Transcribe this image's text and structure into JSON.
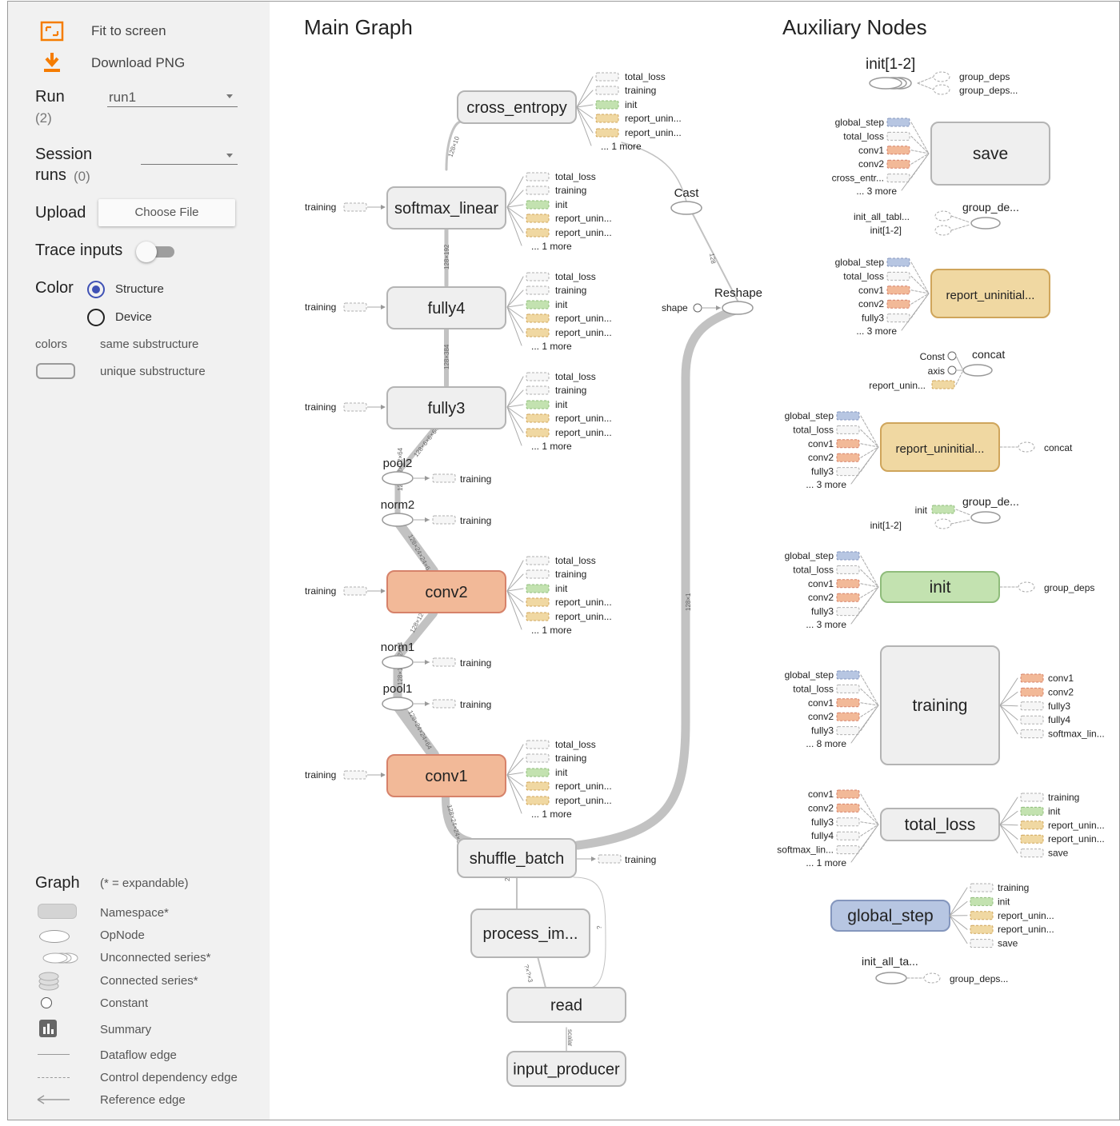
{
  "sidebar": {
    "fit_label": "Fit to screen",
    "download_label": "Download PNG",
    "run_label": "Run",
    "run_count": "(2)",
    "run_value": "run1",
    "session_label_1": "Session",
    "session_label_2": "runs",
    "session_count": "(0)",
    "upload_label": "Upload",
    "choose_file_label": "Choose File",
    "trace_label": "Trace inputs",
    "color_label": "Color",
    "structure_label": "Structure",
    "device_label": "Device",
    "colors_label": "colors",
    "same_label": "same substructure",
    "unique_label": "unique substructure",
    "colors": {
      "accent": "#f57c00",
      "radio": "#3f51b5"
    }
  },
  "legend": {
    "title": "Graph",
    "subtitle": "(* = expandable)",
    "items": [
      "Namespace*",
      "OpNode",
      "Unconnected series*",
      "Connected series*",
      "Constant",
      "Summary",
      "Dataflow edge",
      "Control dependency edge",
      "Reference edge"
    ]
  },
  "main": {
    "title": "Main Graph"
  },
  "aux": {
    "title": "Auxiliary Nodes"
  },
  "graph": {
    "colors": {
      "node_fill": "#efefef",
      "node_stroke": "#b4b4b4",
      "conv": "#f2b998",
      "conv_stroke": "#d6826a",
      "green": "#c3e2b0",
      "green_stroke": "#8fbc7b",
      "yellow": "#f0d8a2",
      "yellow_stroke": "#cfa55b",
      "blue": "#b7c6e2",
      "blue_stroke": "#8496bd",
      "edge": "#c2c2c2"
    },
    "main_nodes": [
      {
        "id": "cross_entropy",
        "label": "cross_entropy",
        "fill": "node"
      },
      {
        "id": "softmax_linear",
        "label": "softmax_linear",
        "fill": "node"
      },
      {
        "id": "fully4",
        "label": "fully4",
        "fill": "node"
      },
      {
        "id": "fully3",
        "label": "fully3",
        "fill": "node"
      },
      {
        "id": "conv2",
        "label": "conv2",
        "fill": "conv"
      },
      {
        "id": "conv1",
        "label": "conv1",
        "fill": "conv"
      },
      {
        "id": "shuffle_batch",
        "label": "shuffle_batch",
        "fill": "node"
      },
      {
        "id": "process_image",
        "label": "process_im...",
        "fill": "node"
      },
      {
        "id": "read",
        "label": "read",
        "fill": "node"
      },
      {
        "id": "input_producer",
        "label": "input_producer",
        "fill": "node"
      }
    ],
    "op_nodes": [
      {
        "id": "pool2",
        "label": "pool2"
      },
      {
        "id": "norm2",
        "label": "norm2"
      },
      {
        "id": "norm1",
        "label": "norm1"
      },
      {
        "id": "pool1",
        "label": "pool1"
      },
      {
        "id": "cast",
        "label": "Cast"
      },
      {
        "id": "reshape",
        "label": "Reshape"
      }
    ],
    "port_labels": {
      "training": "training",
      "total_loss": "total_loss",
      "init": "init",
      "report_unin": "report_unin...",
      "one_more": "... 1 more",
      "shape": "shape"
    },
    "edge_labels": [
      "128×10",
      "128×192",
      "128×384",
      "128×6×6×64",
      "128×12×12×64",
      "128×24×24×64",
      "128×24×24×3",
      "24×24×3",
      "scalar",
      "128×1",
      "128",
      "?×?×3",
      "?"
    ],
    "aux_nodes": [
      {
        "id": "save",
        "label": "save",
        "fill": "node",
        "inputs": [
          "global_step",
          "total_loss",
          "conv1",
          "conv2",
          "cross_entr...",
          "... 3 more"
        ]
      },
      {
        "id": "report_uninit_1",
        "label": "report_uninitial...",
        "fill": "yellow",
        "inputs": [
          "global_step",
          "total_loss",
          "conv1",
          "conv2",
          "fully3",
          "... 3 more"
        ]
      },
      {
        "id": "report_uninit_2",
        "label": "report_uninitial...",
        "fill": "yellow",
        "inputs": [
          "global_step",
          "total_loss",
          "conv1",
          "conv2",
          "fully3",
          "... 3 more"
        ],
        "outputs": [
          "concat"
        ]
      },
      {
        "id": "init",
        "label": "init",
        "fill": "green",
        "inputs": [
          "global_step",
          "total_loss",
          "conv1",
          "conv2",
          "fully3",
          "... 3 more"
        ],
        "outputs": [
          "group_deps"
        ]
      },
      {
        "id": "training",
        "label": "training",
        "fill": "node",
        "inputs": [
          "global_step",
          "total_loss",
          "conv1",
          "conv2",
          "fully3",
          "... 8 more"
        ],
        "outputs": [
          "conv1",
          "conv2",
          "fully3",
          "fully4",
          "softmax_lin..."
        ]
      },
      {
        "id": "total_loss",
        "label": "total_loss",
        "fill": "node",
        "inputs": [
          "conv1",
          "conv2",
          "fully3",
          "fully4",
          "softmax_lin...",
          "... 1 more"
        ],
        "outputs": [
          "training",
          "init",
          "report_unin...",
          "report_unin...",
          "save"
        ]
      },
      {
        "id": "global_step",
        "label": "global_step",
        "fill": "blue",
        "outputs": [
          "training",
          "init",
          "report_unin...",
          "report_unin...",
          "save"
        ]
      }
    ],
    "aux_misc": {
      "init12": "init[1-2]",
      "group_deps": "group_deps",
      "group_deps_more": "group_deps...",
      "group_de": "group_de...",
      "init_all_tabl": "init_all_tabl...",
      "init12_small": "init[1-2]",
      "const": "Const",
      "axis": "axis",
      "concat": "concat",
      "report_unin": "report_unin...",
      "init": "init",
      "init_all_ta": "init_all_ta...",
      "group_deps_dots": "group_deps..."
    }
  }
}
